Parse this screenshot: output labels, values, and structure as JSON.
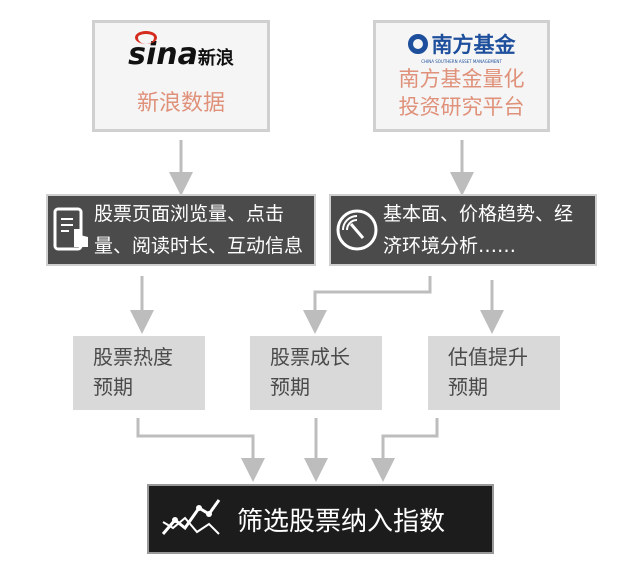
{
  "sources": [
    {
      "logo_text": "sina",
      "logo_cn": "新浪",
      "label": "新浪数据"
    },
    {
      "logo_cn": "南方基金",
      "logo_en": "CHINA SOUTHERN ASSET MANAGEMENT",
      "label_line1": "南方基金量化",
      "label_line2": "投资研究平台"
    }
  ],
  "inputs": [
    {
      "icon": "tablet-touch-icon",
      "line1": "股票页面浏览量、点击",
      "line2": "量、阅读时长、互动信息"
    },
    {
      "icon": "radar-gauge-icon",
      "line1": "基本面、价格趋势、经",
      "line2": "济环境分析……"
    }
  ],
  "expectations": [
    {
      "line1": "股票热度",
      "line2": "预期"
    },
    {
      "line1": "股票成长",
      "line2": "预期"
    },
    {
      "line1": "估值提升",
      "line2": "预期"
    }
  ],
  "result": {
    "icon": "chart-trend-icon",
    "label": "筛选股票纳入指数"
  },
  "colors": {
    "arrow": "#bdbdbd",
    "dark_box": "#4b4b4b",
    "result_box": "#1c1c1c",
    "source_text": "#e0917a",
    "brand_blue": "#1d4f9c",
    "sina_red": "#d52b1e"
  }
}
